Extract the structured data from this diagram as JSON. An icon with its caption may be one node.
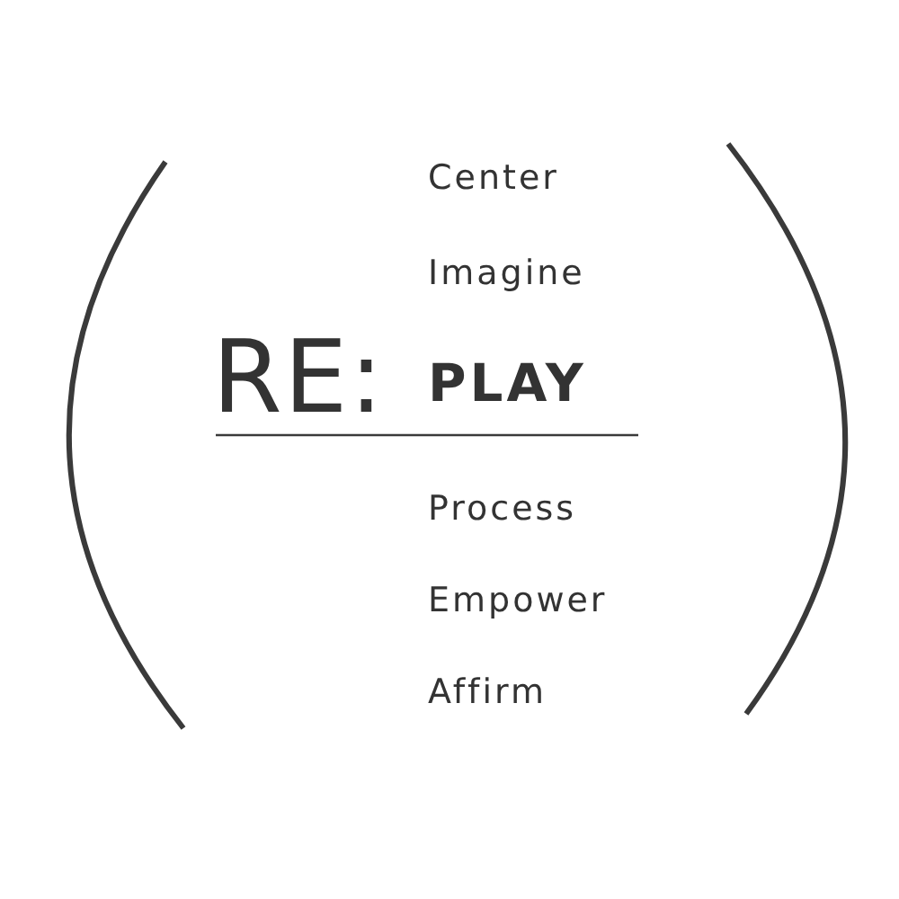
{
  "diagram": {
    "labels": [
      "Center",
      "Imagine",
      "RE:",
      "PLAY",
      "Process",
      "Empower",
      "Affirm"
    ]
  }
}
